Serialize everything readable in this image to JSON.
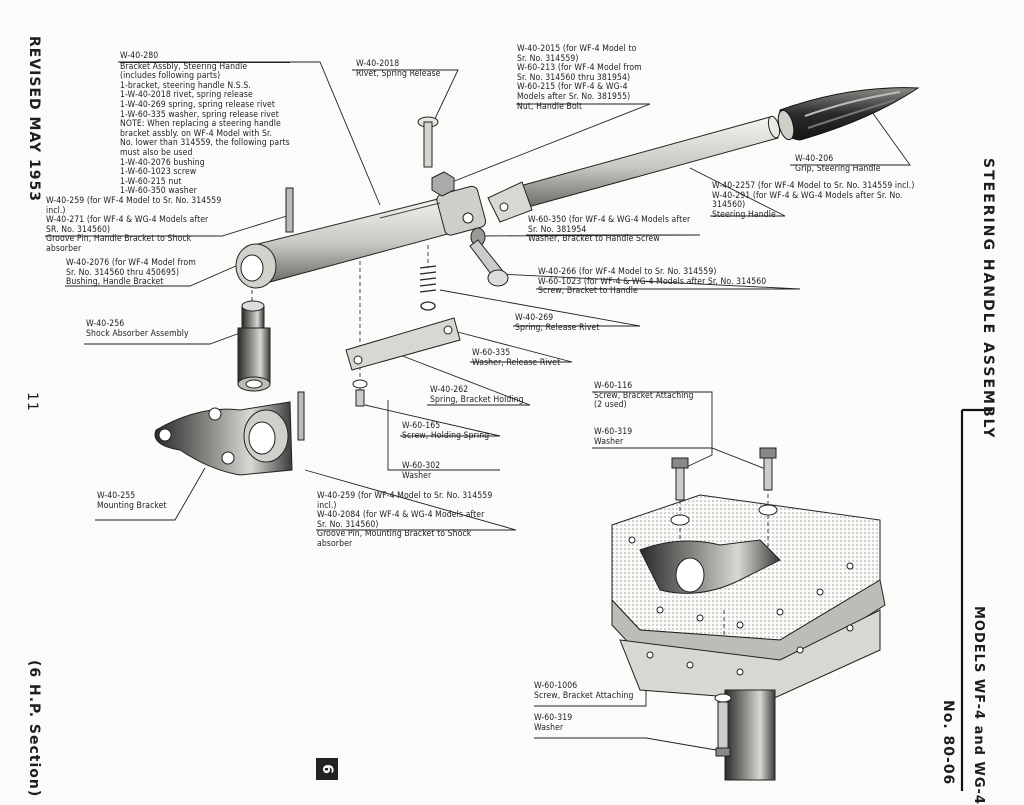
{
  "left_margin": {
    "revised": "REVISED MAY 1953",
    "page_number": "11",
    "section": "(6 H.P. Section)"
  },
  "right_margin": {
    "title": "STEERING HANDLE ASSEMBLY",
    "models": "MODELS WF-4 and WG-4",
    "number": "No. 80-06"
  },
  "page_box": "6",
  "parts": {
    "w40_280": {
      "part_no": "W-40-280",
      "desc": "Bracket Assbly, Steering Handle",
      "lines": [
        "(includes following parts)",
        "1-bracket, steering handle N.S.S.",
        "1-W-40-2018 rivet, spring release",
        "1-W-40-269  spring, spring release rivet",
        "1-W-60-335  washer, spring release rivet",
        "NOTE: When replacing a steering handle",
        "bracket assbly. on WF-4 Model with Sr.",
        "No. lower than 314559, the following parts",
        "must also be used",
        "1-W-40-2076 bushing",
        "1-W-60-1023 screw",
        "1-W-60-215  nut",
        "1-W-60-350  washer"
      ]
    },
    "w40_2018": {
      "part_no": "W-40-2018",
      "desc": "Rivet, Spring Release"
    },
    "w40_2015": {
      "lines": [
        "W-40-2015 (for WF-4 Model to",
        "Sr. No. 314559)",
        "W-60-213 (for WF-4 Model from",
        "Sr. No. 314560 thru 381954)",
        "W-60-215 (for WF-4 & WG-4",
        "Models after Sr. No. 381955)"
      ],
      "desc": "Nut, Handle Bolt"
    },
    "w40_206": {
      "part_no": "W-40-206",
      "desc": "Grip, Steering Handle"
    },
    "w40_2257": {
      "lines": [
        "W-40-2257 (for WF-4 Model to Sr. No. 314559 incl.)",
        "W-40-291   (for WF-4 & WG-4 Models after Sr. No.",
        "314560)"
      ],
      "desc": "Steering Handle"
    },
    "w40_259_top": {
      "lines": [
        "W-40-259 (for WF-4 Model to Sr. No. 314559",
        "incl.)",
        "W-40-271 (for WF-4 & WG-4 Models after",
        "SR. No. 314560)"
      ],
      "desc": "Groove Pin, Handle Bracket to Shock",
      "desc2": "absorber"
    },
    "w40_2076": {
      "lines": [
        "W-40-2076 (for WF-4 Model from",
        "Sr. No. 314560 thru 450695)"
      ],
      "desc": "Bushing, Handle Bracket"
    },
    "w60_350": {
      "lines": [
        "W-60-350 (for WF-4 & WG-4 Models after",
        "Sr. No. 381954"
      ],
      "desc": "Washer, Bracket to Handle Screw"
    },
    "w40_266": {
      "lines": [
        "W-40-266 (for WF-4 Model to Sr. No. 314559)",
        "W-60-1023 (for WF-4 & WG-4 Models after Sr. No. 314560"
      ],
      "desc": "Screw, Bracket to Handle"
    },
    "w40_269": {
      "part_no": "W-40-269",
      "desc": "Spring, Release Rivet"
    },
    "w40_256": {
      "part_no": "W-40-256",
      "desc": "Shock Absorber Assembly"
    },
    "w60_335": {
      "part_no": "W-60-335",
      "desc": "Washer, Release Rivet"
    },
    "w40_262": {
      "part_no": "W-40-262",
      "desc": "Spring, Bracket Holding"
    },
    "w60_116": {
      "part_no": "W-60-116",
      "desc": "Screw, Bracket Attaching",
      "desc2": "(2 used)"
    },
    "w60_319_a": {
      "part_no": "W-60-319",
      "desc": "Washer"
    },
    "w60_165": {
      "part_no": "W-60-165",
      "desc": "Screw, Holding Spring"
    },
    "w60_302": {
      "part_no": "W-60-302",
      "desc": "Washer"
    },
    "w40_255": {
      "part_no": "W-40-255",
      "desc": "Mounting Bracket"
    },
    "w40_259_bot": {
      "lines": [
        "W-40-259 (for WF-4 Model to Sr. No. 314559",
        "incl.)",
        "W-40-2084 (for WF-4 & WG-4 Models after",
        "Sr. No. 314560)"
      ],
      "desc": "Groove Pin, Mounting Bracket to Shock",
      "desc2": "absorber"
    },
    "w60_1006": {
      "part_no": "W-60-1006",
      "desc": "Screw, Bracket Attaching"
    },
    "w60_319_b": {
      "part_no": "W-60-319",
      "desc": "Washer"
    }
  }
}
